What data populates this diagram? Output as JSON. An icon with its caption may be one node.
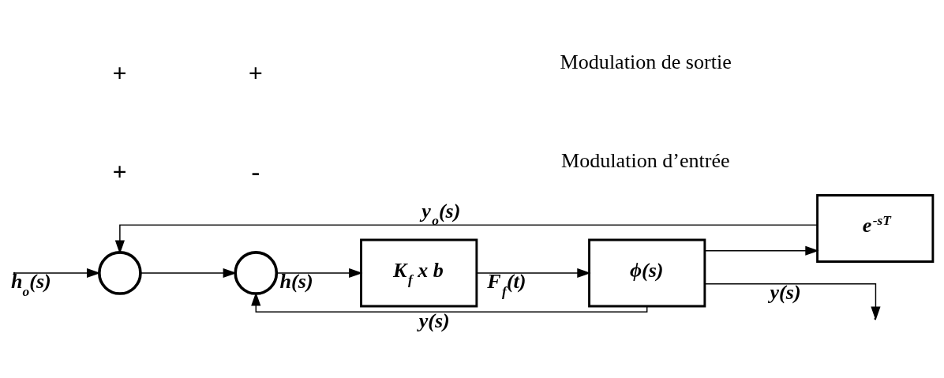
{
  "diagram": {
    "nodes": [
      {
        "text": [],
        "shape": "circle"
      },
      {
        "text": [],
        "shape": "circle"
      },
      {
        "text": [
          "K$_{f}$ x b"
        ]
      },
      {
        "text": [
          "ϕ(s)"
        ]
      },
      {
        "text": [
          "e$^{-sT}$"
        ]
      }
    ],
    "edges": [
      {
        "from": null,
        "to": 0,
        "arrow": "to",
        "label": "h$_{o}$(s)"
      },
      {
        "from": 0,
        "to": 1,
        "arrow": "to"
      },
      {
        "from": 1,
        "to": 2,
        "arrow": "to",
        "label": "h(s)"
      },
      {
        "from": 2,
        "to": 3,
        "arrow": "to",
        "label": "F$_{f}$(t)"
      },
      {
        "from": 3,
        "to": null,
        "arrow": "to",
        "label": "y(s)"
      },
      {
        "from": 3,
        "to": 1,
        "arrow": "to",
        "label": "y(s)"
      },
      {
        "from": 3,
        "to": 4,
        "arrow": "to"
      },
      {
        "from": 4,
        "to": 0,
        "arrow": "to",
        "label": "y$_{o}$(s)"
      }
    ],
    "labels": [
      "+",
      "+",
      "+",
      "-",
      "Modulation d’entrée",
      "Modulation de sortie"
    ]
  }
}
